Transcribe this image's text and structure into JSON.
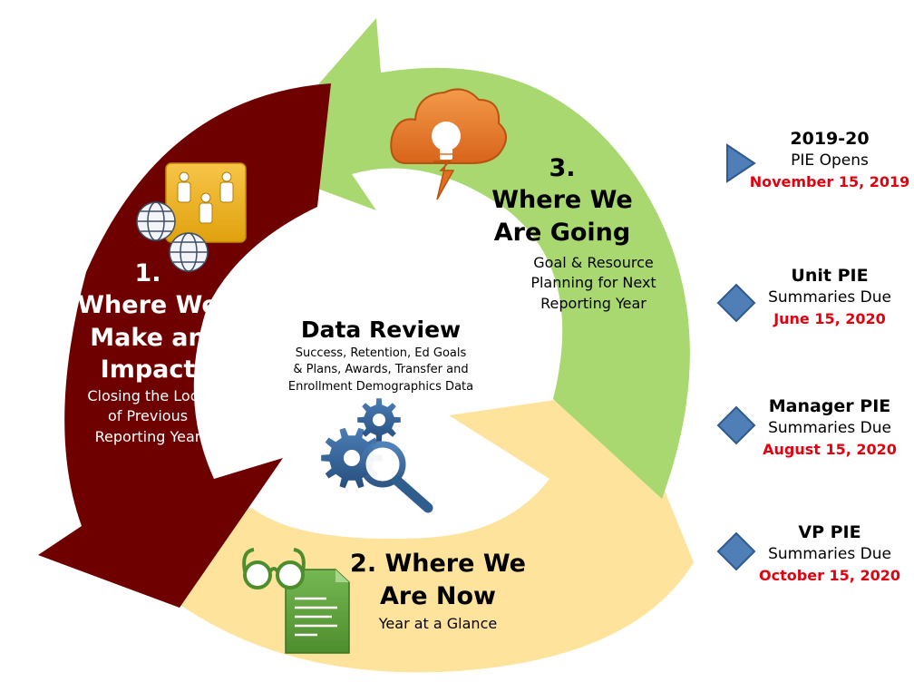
{
  "colors": {
    "step1": "#6e0000",
    "step2": "#fde39c",
    "step3": "#a8d86f",
    "deadline": "#e3000f",
    "gear": "#2e5d8e",
    "marker": "#4f7fb6"
  },
  "steps": [
    {
      "number": "1.",
      "title_lines": [
        "Where We",
        "Make an",
        "Impact"
      ],
      "subtitle_lines": [
        "Closing the Loop",
        "of Previous",
        "Reporting Year"
      ],
      "icon": "people-globe-icon"
    },
    {
      "title_lines": [
        "2. Where We",
        "Are Now"
      ],
      "subtitle_lines": [
        "Year at a Glance"
      ],
      "icon": "glasses-document-icon"
    },
    {
      "number": "3.",
      "title_lines": [
        "Where We",
        "Are Going"
      ],
      "subtitle_lines": [
        "Goal & Resource",
        "Planning for Next",
        "Reporting Year"
      ],
      "icon": "lightbulb-cloud-icon"
    }
  ],
  "center": {
    "title": "Data Review",
    "subtitle_lines": [
      "Success, Retention, Ed Goals",
      "& Plans, Awards, Transfer and",
      "Enrollment Demographics Data"
    ],
    "icon": "gears-magnifier-icon"
  },
  "milestones": [
    {
      "marker": "triangle-marker",
      "title": "2019-20",
      "subtitle": "PIE Opens",
      "date": "November 15, 2019"
    },
    {
      "marker": "diamond-marker",
      "title": "Unit PIE",
      "subtitle": "Summaries Due",
      "date": "June 15, 2020"
    },
    {
      "marker": "diamond-marker",
      "title": "Manager PIE",
      "subtitle": "Summaries Due",
      "date": "August 15, 2020"
    },
    {
      "marker": "diamond-marker",
      "title": "VP PIE",
      "subtitle": "Summaries Due",
      "date": "October 15, 2020"
    }
  ]
}
